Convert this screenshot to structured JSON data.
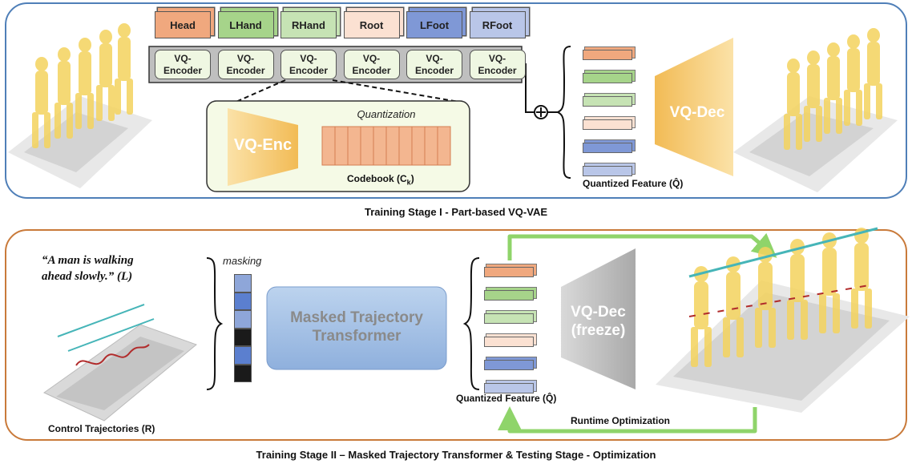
{
  "stage1": {
    "caption": "Training Stage I - Part-based VQ-VAE",
    "parts": [
      {
        "label": "Head",
        "color": "#f0a87e"
      },
      {
        "label": "LHand",
        "color": "#a6d48a"
      },
      {
        "label": "RHand",
        "color": "#c6e3b4"
      },
      {
        "label": "Root",
        "color": "#fbe1d2"
      },
      {
        "label": "LFoot",
        "color": "#7f98d6"
      },
      {
        "label": "RFoot",
        "color": "#b9c6e8"
      }
    ],
    "encoder_label": "VQ-\nEncoder",
    "vq_enc_label": "VQ-Enc",
    "quantization_label": "Quantization",
    "codebook_label": "Codebook (C",
    "codebook_sub": "k",
    "codebook_close": ")",
    "quantized_label": "Quantized Feature (Q̂)",
    "vq_dec_label": "VQ-Dec",
    "plus_symbol": "⊕"
  },
  "stage2": {
    "caption": "Training Stage II – Masked Trajectory Transformer & Testing Stage - Optimization",
    "text_prompt": "“A man is walking\nahead slowly.”  (L)",
    "masking_label": "masking",
    "mask_tokens": [
      "#8ea6d9",
      "#5b7fcf",
      "#8ea6d9",
      "#1a1a1a",
      "#5b7fcf",
      "#1a1a1a"
    ],
    "transformer_label": "Masked Trajectory\nTransformer",
    "quantized_label": "Quantized Feature (Q̂)",
    "vq_dec_label": "VQ-Dec\n(freeze)",
    "runtime_label": "Runtime Optimization",
    "control_label": "Control Trajectories (R)"
  },
  "colors": {
    "stage1_border": "#4f7fb8",
    "stage2_border": "#c97a3a",
    "green_arrow": "#8fd46a",
    "vq_dec_yellow": "#f5c76b",
    "vq_dec_gray": "#b3b3b3",
    "transformer_blue": "#a9c5e6"
  }
}
